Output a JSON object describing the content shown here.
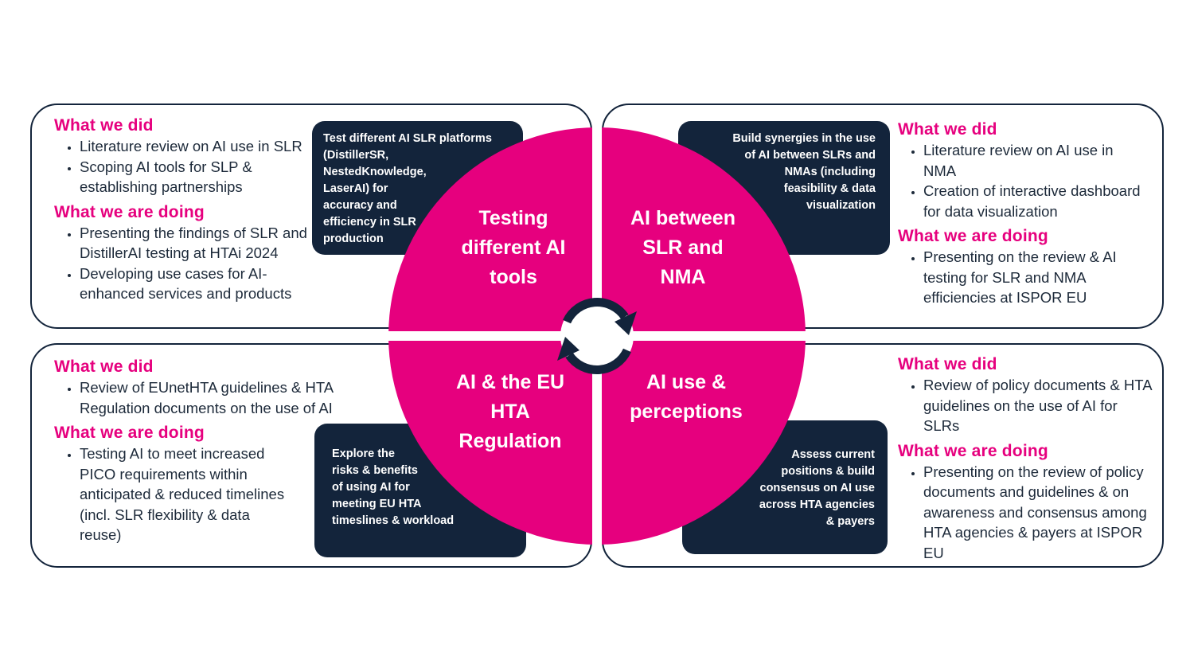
{
  "colors": {
    "accent": "#e6007e",
    "navy": "#13243b"
  },
  "quadrants": {
    "top_left": {
      "title_lines": [
        "Testing",
        "different AI",
        "tools"
      ],
      "box_lines": [
        "Test different AI SLR platforms",
        "(DistillerSR,",
        "NestedKnowledge,",
        "LaserAI) for",
        "accuracy and",
        "efficiency in SLR",
        "production"
      ],
      "did_heading": "What we did",
      "did": [
        "Literature review on AI use in SLR",
        "Scoping AI tools for SLP & establishing partnerships"
      ],
      "doing_heading": "What we are doing",
      "doing": [
        "Presenting the findings of SLR and DistillerAI testing at HTAi 2024",
        "Developing use cases for AI-enhanced services and products"
      ]
    },
    "top_right": {
      "title_lines": [
        "AI between",
        "SLR and",
        "NMA"
      ],
      "box_lines": [
        "Build synergies in the use",
        "of AI between SLRs and",
        "NMAs (including",
        "feasibility & data",
        "visualization"
      ],
      "did_heading": "What we did",
      "did": [
        "Literature review on AI use in NMA",
        "Creation of interactive dashboard for data visualization"
      ],
      "doing_heading": "What we are doing",
      "doing": [
        "Presenting on the review & AI testing for SLR and NMA efficiencies at ISPOR EU"
      ]
    },
    "bottom_left": {
      "title_lines": [
        "AI & the EU",
        "HTA",
        "Regulation"
      ],
      "box_lines": [
        "Explore the",
        "risks & benefits",
        "of using AI for",
        "meeting EU HTA",
        "timeslines & workload"
      ],
      "did_heading": "What we did",
      "did": [
        "Review of EUnetHTA guidelines & HTA Regulation documents on the use of AI"
      ],
      "doing_heading": "What we are doing",
      "doing": [
        "Testing AI to meet increased PICO requirements within anticipated & reduced timelines (incl. SLR flexibility & data reuse)"
      ]
    },
    "bottom_right": {
      "title_lines": [
        "AI use &",
        "perceptions"
      ],
      "box_lines": [
        "Assess current",
        "positions & build",
        "consensus on AI use",
        "across HTA agencies",
        "& payers"
      ],
      "did_heading": "What we did",
      "did": [
        "Review of policy documents & HTA guidelines on the use of AI for SLRs"
      ],
      "doing_heading": "What we are doing",
      "doing": [
        "Presenting on the review of policy documents and guidelines & on awareness and consensus among HTA agencies & payers at ISPOR EU"
      ]
    }
  },
  "center_icon": "refresh-cycle-icon"
}
